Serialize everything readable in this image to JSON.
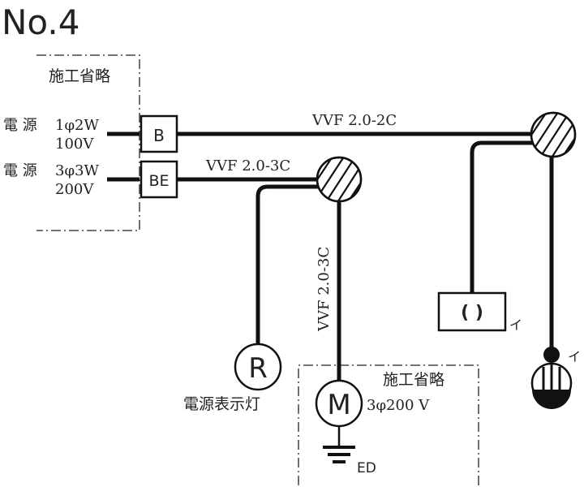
{
  "title": "No.4",
  "omission_label": "施工省略",
  "omission_label_2": "施工省略",
  "source_1": {
    "name": "電 源",
    "spec": "1φ2W",
    "voltage": "100V"
  },
  "source_2": {
    "name": "電 源",
    "spec": "3φ3W",
    "voltage": "200V"
  },
  "breaker_b": "B",
  "breaker_be": "BE",
  "cable_top": "VVF 2.0-2C",
  "cable_mid": "VVF 2.0-3C",
  "cable_vertical": "VVF 2.0-3C",
  "indicator_symbol": "R",
  "indicator_label": "電源表示灯",
  "motor_symbol": "M",
  "motor_spec": "3φ200 V",
  "ground_label": "ED",
  "switch_symbol": "( )",
  "switch_tag": "イ",
  "lamp_tag": "イ"
}
